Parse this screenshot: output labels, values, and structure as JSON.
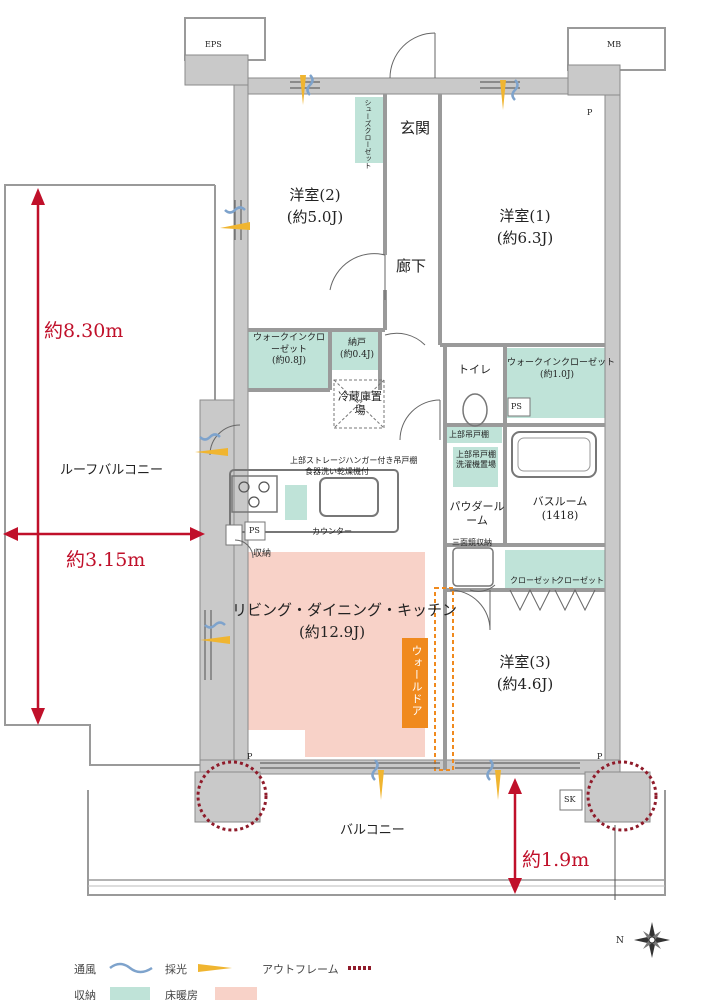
{
  "rooms": {
    "western2": {
      "name": "洋室(2)",
      "size": "(約5.0J)"
    },
    "western1": {
      "name": "洋室(1)",
      "size": "(約6.3J)"
    },
    "western3": {
      "name": "洋室(3)",
      "size": "(約4.6J)"
    },
    "ldk": {
      "name": "リビング・ダイニング・キッチン",
      "size": "(約12.9J)"
    },
    "entrance": "玄関",
    "corridor": "廊下",
    "toilet": "トイレ",
    "powder": "パウダールーム",
    "bath": {
      "name": "バスルーム",
      "size": "(1418)"
    },
    "wic_left": {
      "name": "ウォークインクローゼット",
      "size": "(約0.8J)"
    },
    "wic_right": {
      "name": "ウォークインクローゼット",
      "size": "(約1.0J)"
    },
    "nando": {
      "name": "納戸",
      "size": "(約0.4J)"
    },
    "fridge": "冷蔵庫置場",
    "shoe_closet": "シューズクローゼット",
    "roof_balcony": "ルーフバルコニー",
    "balcony": "バルコニー"
  },
  "fixtures": {
    "eps": "EPS",
    "mb": "MB",
    "ps": "PS",
    "sk": "SK",
    "p": "P",
    "counter": "カウンター",
    "storage": "収納",
    "closet": "クローゼット",
    "upper_shelf": "上部吊戸棚",
    "upper_shelf_washer": "上部吊戸棚",
    "washer": "洗濯機置場",
    "mirror_storage": "三面鏡収納",
    "kitchen_note1": "上部ストレージハンガー付き吊戸棚",
    "kitchen_note2": "食器洗い乾燥機付",
    "wall_door": "ウォールドア"
  },
  "dimensions": {
    "roof_depth": "約8.30m",
    "roof_width": "約3.15m",
    "balcony_depth": "約1.9m"
  },
  "legend": {
    "ventilation": "通風",
    "lighting": "採光",
    "outframe": "アウトフレーム",
    "storage": "収納",
    "floor_heating": "床暖房"
  },
  "compass": "N",
  "colors": {
    "wall": "#c9c9c9",
    "storage": "#bfe3d8",
    "floor_heating": "#f8d2c8",
    "wall_door": "#f08a1e",
    "dimension": "#c0102a",
    "outframe": "#8f1b2a",
    "ventilation": "#7ea3cc",
    "lighting": "#f0b530"
  }
}
